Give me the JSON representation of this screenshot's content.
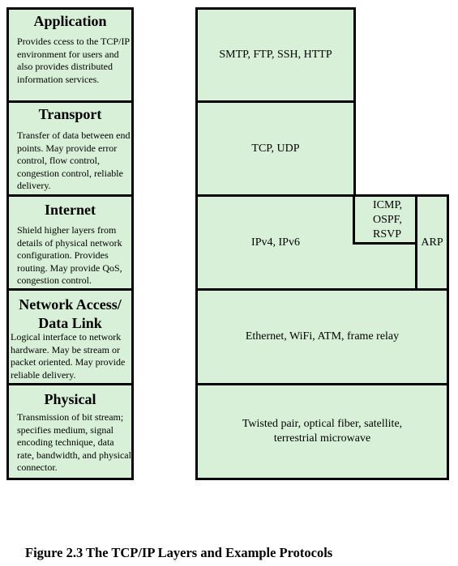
{
  "layers": [
    {
      "title": "Application",
      "description": "Provides ccess to the TCP/IP environment for users and also provides distributed information services."
    },
    {
      "title": "Transport",
      "description": "Transfer of data between end points. May provide error control, flow control, congestion control, reliable delivery."
    },
    {
      "title": "Internet",
      "description": "Shield higher layers from details of physical network configuration. Provides routing. May provide QoS, congestion control."
    },
    {
      "title_line1": "Network Access/",
      "title_line2": "Data Link",
      "description": "Logical interface to network hardware. May be stream or packet oriented. May provide reliable delivery."
    },
    {
      "title": "Physical",
      "description": "Transmission of bit stream; specifies medium, signal encoding technique, data rate, bandwidth, and physical connector."
    }
  ],
  "protocols": {
    "application": "SMTP, FTP, SSH, HTTP",
    "transport": "TCP, UDP",
    "internet": "IPv4, IPv6",
    "internet_aux_line1": "ICMP,",
    "internet_aux_line2": "OSPF,",
    "internet_aux_line3": "RSVP",
    "arp": "ARP",
    "network_access": "Ethernet, WiFi, ATM, frame relay",
    "physical_line1": "Twisted pair, optical fiber, satellite,",
    "physical_line2": "terrestrial microwave"
  },
  "caption": "Figure 2.3 The TCP/IP Layers and Example Protocols",
  "colors": {
    "box_fill": "#d8f0d8",
    "border": "#000000"
  }
}
